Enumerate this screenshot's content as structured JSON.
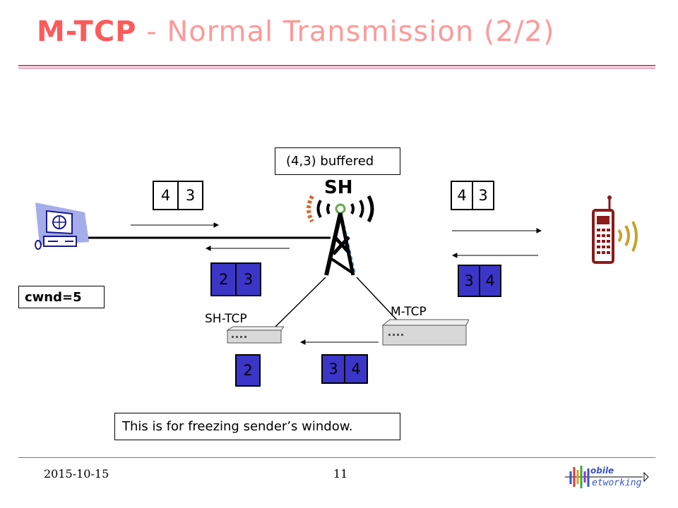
{
  "slide": {
    "title_main": "M-TCP",
    "title_rest": " - Normal Transmission (2/2)",
    "buffered_text": "(4,3) buffered",
    "sh_label": "SH",
    "cwnd_text": "cwnd=5",
    "sh_tcp_label": "SH-TCP",
    "m_tcp_label": "M-TCP",
    "note_text": "This is for freezing sender’s window.",
    "footer_date": "2015-10-15",
    "page_number": "11",
    "logo_line1": "obile",
    "logo_line2": "etworking"
  },
  "packets": {
    "left_top": [
      "4",
      "3"
    ],
    "right_top": [
      "4",
      "3"
    ],
    "left_ack": [
      "2",
      "3"
    ],
    "right_ack": [
      "3",
      "4"
    ],
    "bottom_left": [
      "2"
    ],
    "bottom_mid": [
      "3",
      "4"
    ]
  },
  "colors": {
    "title_main": "#ff5a5a",
    "title_rest": "#ff9999",
    "packet_blue": "#3b36c8",
    "rule": "#d24b7a",
    "phone": "#8b1a1a",
    "computer": "#1a1a8a"
  },
  "icons": {
    "sender": "computer-icon",
    "base_station": "antenna-tower-icon",
    "receiver": "mobile-phone-icon",
    "router_left": "router-icon",
    "router_right": "router-icon"
  }
}
